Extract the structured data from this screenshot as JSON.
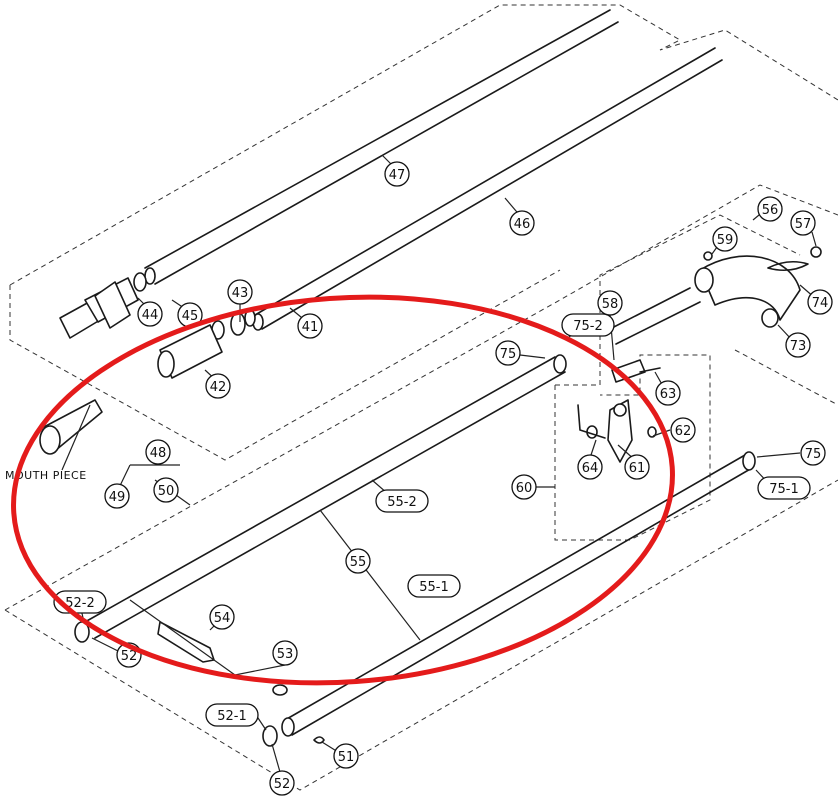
{
  "diagram": {
    "caption_mouthpiece": "MOUTH PIECE",
    "highlight_color": "#e41b1b",
    "callouts": {
      "c41": "41",
      "c42": "42",
      "c43": "43",
      "c44": "44",
      "c45": "45",
      "c46": "46",
      "c47": "47",
      "c48": "48",
      "c49": "49",
      "c50": "50",
      "c51": "51",
      "c52a": "52",
      "c52b": "52",
      "c52_1": "52-1",
      "c52_2": "52-2",
      "c53": "53",
      "c54": "54",
      "c55": "55",
      "c55_1": "55-1",
      "c55_2": "55-2",
      "c56": "56",
      "c57": "57",
      "c58": "58",
      "c59": "59",
      "c60": "60",
      "c61": "61",
      "c62": "62",
      "c63": "63",
      "c64": "64",
      "c73": "73",
      "c74": "74",
      "c75a": "75",
      "c75b": "75",
      "c75_1": "75-1",
      "c75_2": "75-2"
    }
  }
}
